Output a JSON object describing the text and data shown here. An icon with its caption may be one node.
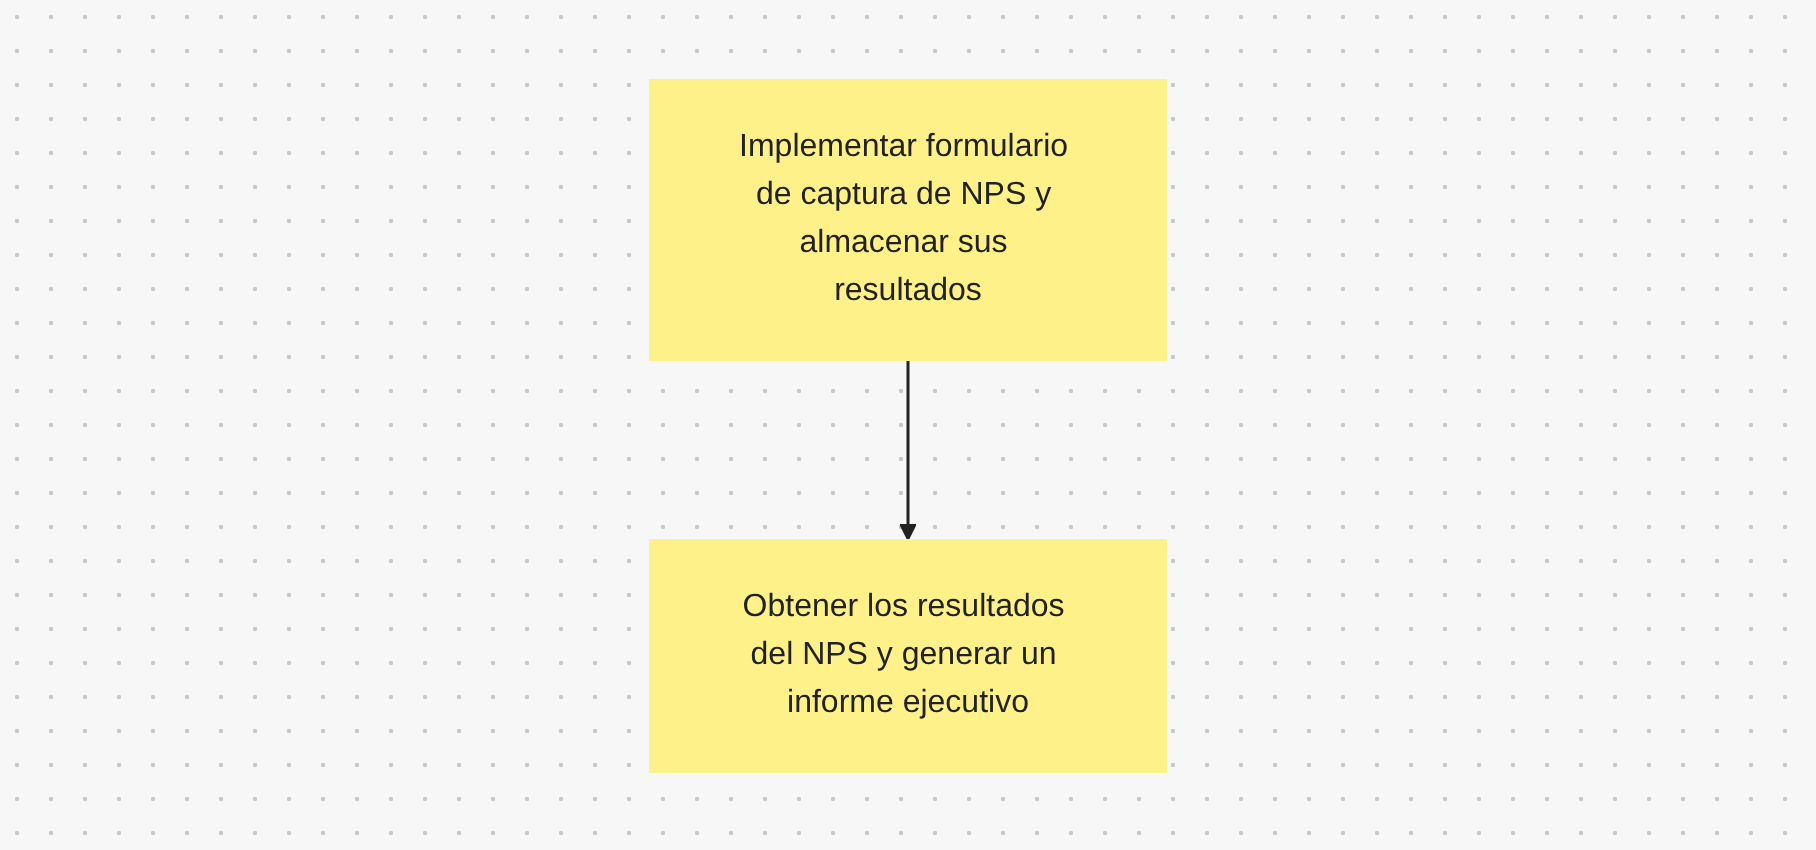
{
  "diagram": {
    "nodes": [
      {
        "text": [
          "Implementar formulario de captura de NPS y almacenar sus resultados"
        ]
      },
      {
        "text": [
          "Obtener los resultados del NPS y generar un informe ejecutivo"
        ]
      }
    ],
    "edges": [
      {
        "from": 0,
        "to": 1,
        "arrow": "to"
      }
    ]
  }
}
